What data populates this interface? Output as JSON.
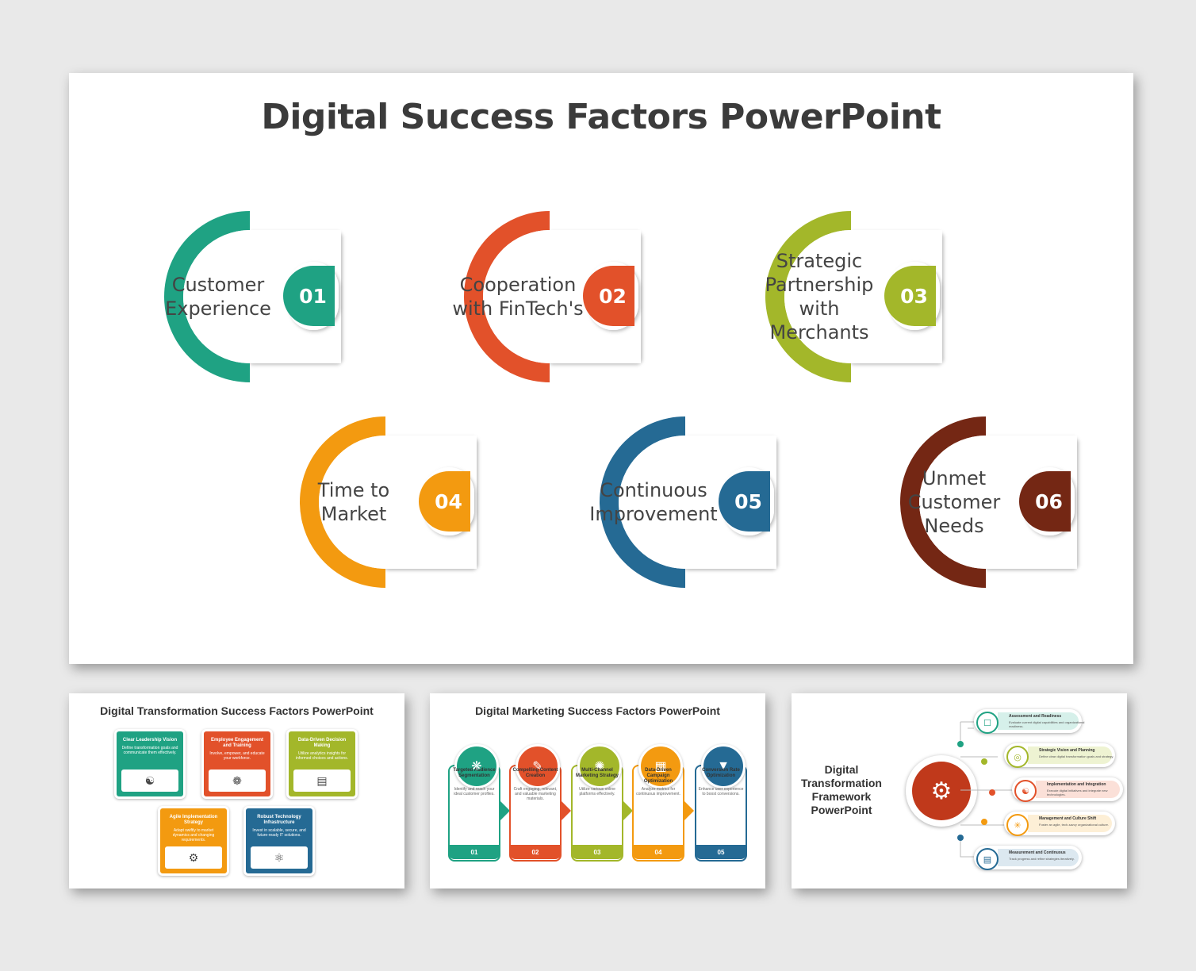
{
  "main": {
    "title": "Digital Success Factors PowerPoint",
    "factors": [
      {
        "label": "Customer Experience",
        "number": "01",
        "color": "#1fa283"
      },
      {
        "label": "Cooperation with FinTech's",
        "number": "02",
        "color": "#e2512a"
      },
      {
        "label": "Strategic Partnership with Merchants",
        "number": "03",
        "color": "#a3b72a"
      },
      {
        "label": "Time to Market",
        "number": "04",
        "color": "#f39a10"
      },
      {
        "label": "Continuous Improvement",
        "number": "05",
        "color": "#256a94"
      },
      {
        "label": "Unmet Customer Needs",
        "number": "06",
        "color": "#742714"
      }
    ]
  },
  "thumb1": {
    "title": "Digital Transformation Success Factors PowerPoint",
    "cards": [
      {
        "title": "Clear Leadership Vision",
        "desc": "Define transformation goals and communicate them effectively.",
        "color": "#1fa283",
        "icon": "org-chart-icon"
      },
      {
        "title": "Employee Engagement and Training",
        "desc": "Involve, empower, and educate your workforce.",
        "color": "#e2512a",
        "icon": "ai-brain-icon"
      },
      {
        "title": "Data-Driven Decision Making",
        "desc": "Utilize analytics insights for informed choices and actions.",
        "color": "#a3b72a",
        "icon": "presentation-board-icon"
      },
      {
        "title": "Agile Implementation Strategy",
        "desc": "Adapt swiftly to market dynamics and changing requirements.",
        "color": "#f39a10",
        "icon": "gear-target-icon"
      },
      {
        "title": "Robust Technology Infrastructure",
        "desc": "Invest in scalable, secure, and future-ready IT solutions.",
        "color": "#256a94",
        "icon": "network-devices-icon"
      }
    ]
  },
  "thumb2": {
    "title": "Digital Marketing Success Factors PowerPoint",
    "steps": [
      {
        "title": "Targeted Audience Segmentation",
        "desc": "Identify and reach your ideal customer profiles.",
        "number": "01",
        "color": "#1fa283",
        "icon": "segments-icon"
      },
      {
        "title": "Compelling Content Creation",
        "desc": "Craft engaging, relevant, and valuable marketing materials.",
        "number": "02",
        "color": "#e2512a",
        "icon": "content-icon"
      },
      {
        "title": "Multi-Channel Marketing Strategy",
        "desc": "Utilize various online platforms effectively.",
        "number": "03",
        "color": "#a3b72a",
        "icon": "network-icon"
      },
      {
        "title": "Data-Driven Campaign Optimization",
        "desc": "Analyze metrics for continuous improvement.",
        "number": "04",
        "color": "#f39a10",
        "icon": "analytics-icon"
      },
      {
        "title": "Conversion Rate Optimization",
        "desc": "Enhance user experience to boost conversions.",
        "number": "05",
        "color": "#256a94",
        "icon": "funnel-icon"
      }
    ]
  },
  "thumb3": {
    "title": "Digital Transformation Framework PowerPoint",
    "items": [
      {
        "title": "Assessment and Readiness",
        "desc": "Evaluate current digital capabilities and organizational readiness.",
        "color": "#1fa283",
        "bg": "#d6f0ea"
      },
      {
        "title": "Strategic Vision and Planning",
        "desc": "Define clear digital transformation goals and strategy.",
        "color": "#a3b72a",
        "bg": "#eef3d2"
      },
      {
        "title": "Implementation and Integration",
        "desc": "Execute digital initiatives and integrate new technologies.",
        "color": "#e2512a",
        "bg": "#fbe0d8"
      },
      {
        "title": "Management and Culture Shift",
        "desc": "Foster an agile, tech-savvy organizational culture.",
        "color": "#f39a10",
        "bg": "#fdefd6"
      },
      {
        "title": "Measurement and Continuous",
        "desc": "Track progress and refine strategies iteratively.",
        "color": "#256a94",
        "bg": "#dce8f0"
      }
    ],
    "hub_color": "#c0391b"
  }
}
